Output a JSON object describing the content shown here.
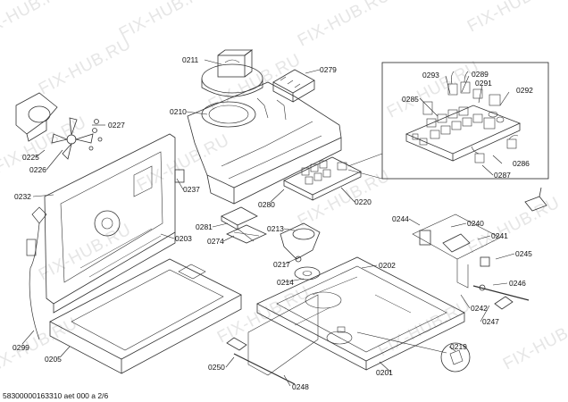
{
  "watermark": "FIX-HUB.RU",
  "footer_text": "58300000163310 aet 000 a 2/6",
  "part_labels": {
    "p0211": "0211",
    "p0279": "0279",
    "p0293": "0293",
    "p0289": "0289",
    "p0291": "0291",
    "p0292": "0292",
    "p0285": "0285",
    "p0286": "0286",
    "p0287": "0287",
    "p0210": "0210",
    "p0227": "0227",
    "p0225": "0225",
    "p0226": "0226",
    "p0237": "0237",
    "p0232": "0232",
    "p0280": "0280",
    "p0220": "0220",
    "p0281": "0281",
    "p0274": "0274",
    "p0203": "0203",
    "p0213": "0213",
    "p0217": "0217",
    "p0214": "0214",
    "p0244": "0244",
    "p0240": "0240",
    "p0241": "0241",
    "p0245": "0245",
    "p0202": "0202",
    "p0246": "0246",
    "p0242": "0242",
    "p0247": "0247",
    "p0299": "0299",
    "p0205": "0205",
    "p0219": "0219",
    "p0250": "0250",
    "p0201": "0201",
    "p0248": "0248"
  }
}
